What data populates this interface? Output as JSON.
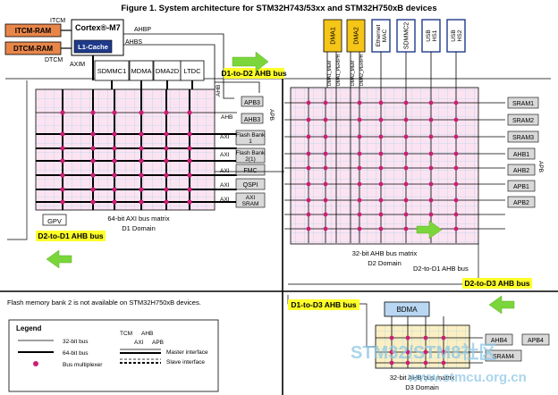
{
  "title": "Figure 1. System architecture for STM32H743/53xx and STM32H750xB devices",
  "core": {
    "name": "Cortex®-M7",
    "cache": "L1-Cache",
    "itcm_label": "ITCM",
    "dtcm_label": "DTCM",
    "itcm_ram": "ITCM-RAM",
    "dtcm_ram": "DTCM-RAM",
    "ahbp": "AHBP",
    "ahbs": "AHBS",
    "axim": "AXIM"
  },
  "d1_masters": [
    "SDMMC1",
    "MDMA",
    "DMA2D",
    "LTDC"
  ],
  "d2_masters": [
    {
      "name": "DMA1",
      "highlight": true
    },
    {
      "name": "DMA2",
      "highlight": true
    },
    {
      "name": "Ethernet MAC",
      "highlight": false
    },
    {
      "name": "SDMMC2",
      "highlight": false
    },
    {
      "name": "USB HS1",
      "highlight": false
    },
    {
      "name": "USB HS2",
      "highlight": false
    }
  ],
  "dma_port_labels": [
    "DMA1_MEM",
    "DMA1_PERIPH",
    "DMA2_MEM",
    "DMA2_PERIPH"
  ],
  "d1_slaves": [
    "Flash Bank 1",
    "Flash Bank 2",
    "FMC",
    "QSPI",
    "AXI SRAM"
  ],
  "flash_bank2_note": "(1)",
  "axi_label": "AXI",
  "ahb_label": "AHB",
  "apb_label": "APB",
  "apb3": "APB3",
  "ahb3": "AHB3",
  "gpv": "GPV",
  "d1_matrix_label": "64-bit AXI bus matrix",
  "d1_domain": "D1 Domain",
  "d2_slaves": [
    "SRAM1",
    "SRAM2",
    "SRAM3"
  ],
  "d2_periph": [
    "AHB1",
    "AHB2",
    "APB1",
    "APB2"
  ],
  "d2_matrix_label": "32-bit AHB bus matrix",
  "d2_domain": "D2 Domain",
  "d3_master": "BDMA",
  "d3_slaves": [
    "AHB4",
    "APB4",
    "SRAM4"
  ],
  "d3_matrix_label": "32-bit AHB bus matrix",
  "d3_domain": "D3 Domain",
  "highlights": {
    "d1_to_d2": "D1-to-D2 AHB bus",
    "d2_to_d1": "D2-to-D1 AHB bus",
    "d2_to_d3": "D2-to-D3 AHB bus",
    "d1_to_d3": "D1-to-D3 AHB bus"
  },
  "d2_to_d1_plain": "D2-to-D1 AHB bus",
  "footnote": "Flash memory bank 2 is not available on STM32H750xB devices.",
  "legend": {
    "title": "Legend",
    "items": [
      "32-bit bus",
      "64-bit bus",
      "Bus multiplexer"
    ],
    "tcm": "TCM",
    "ahb": "AHB",
    "axi": "AXI",
    "apb": "APB",
    "master": "Master interface",
    "slave": "Slave interface"
  },
  "watermark": "STM32/STM8社区",
  "watermark_url": "www.stmcu.org.cn",
  "colors": {
    "ram_orange": "#e8864a",
    "highlight_yellow": "#ffff2a",
    "dma_gold": "#f5c518",
    "domain_fill": "#fce3f1",
    "master_blue": "#1f3a8a",
    "arrow_green": "#7ad63a",
    "mux_pink": "#cc1f74",
    "grid_cyan": "#7ecfe6"
  }
}
